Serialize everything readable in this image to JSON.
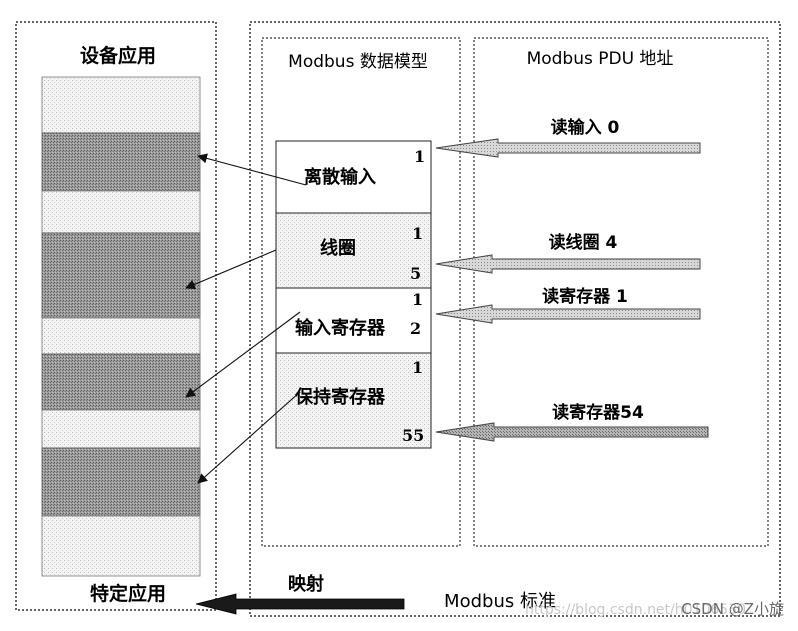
{
  "left_panel": {
    "title": "设备应用",
    "footer": "特定应用"
  },
  "model_panel": {
    "title": "Modbus 数据模型",
    "blocks": [
      {
        "name": "离散输入",
        "top_index": "1",
        "bottom_index": ""
      },
      {
        "name": "线圈",
        "top_index": "1",
        "bottom_index": "5"
      },
      {
        "name": "输入寄存器",
        "top_index": "1",
        "bottom_index": "2"
      },
      {
        "name": "保持寄存器",
        "top_index": "1",
        "bottom_index": "55"
      }
    ]
  },
  "pdu_panel": {
    "title": "Modbus PDU 地址",
    "requests": [
      "读输入 0",
      "读线圈 4",
      "读寄存器 1",
      "读寄存器54"
    ]
  },
  "bottom": {
    "mapping_label": "映射",
    "standard_label": "Modbus 标准"
  },
  "watermark": {
    "url_text": "https://blog.csdn.net/h0106530",
    "credit": "CSDN @Z小旋"
  }
}
